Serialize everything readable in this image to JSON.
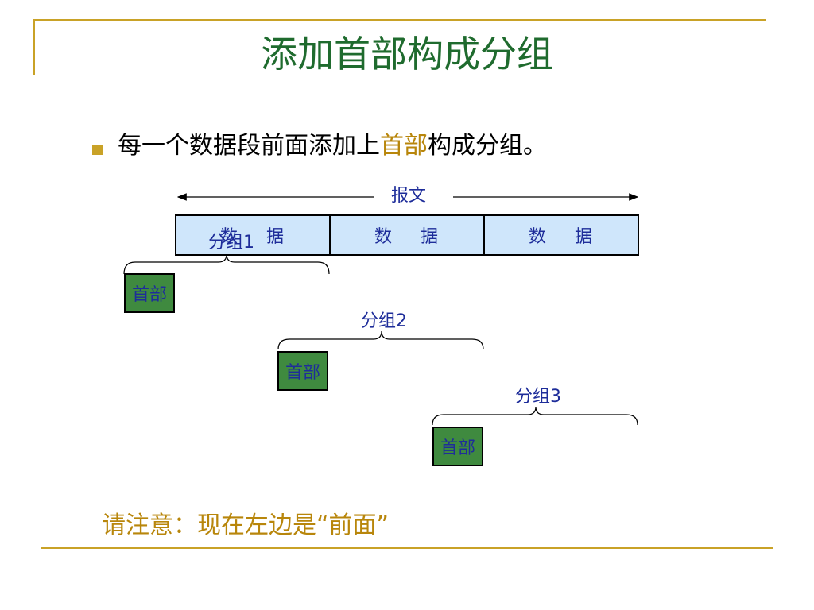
{
  "title": "添加首部构成分组",
  "bullet": {
    "before": "每一个数据段前面添加上",
    "highlight": "首部",
    "after": "构成分组。"
  },
  "diagram": {
    "message_label": "报文",
    "data_cells": [
      {
        "a": "数",
        "b": "据"
      },
      {
        "a": "数",
        "b": "据"
      },
      {
        "a": "数",
        "b": "据"
      }
    ],
    "packets": [
      {
        "label": "分组1",
        "header": "首部"
      },
      {
        "label": "分组2",
        "header": "首部"
      },
      {
        "label": "分组3",
        "header": "首部"
      }
    ]
  },
  "note": "请注意：现在左边是“前面”",
  "colors": {
    "accent": "#c9a227",
    "title": "#1f6b2e",
    "label": "#1e2d9a",
    "header_fill": "#3f8a3f",
    "data_fill": "#cfe6fb",
    "highlight": "#b8860b"
  }
}
